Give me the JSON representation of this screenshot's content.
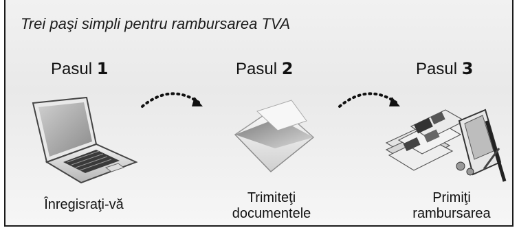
{
  "title": "Trei paşi simpli pentru rambursarea TVA",
  "steps": [
    {
      "prefix": "Pasul",
      "number": "1",
      "caption": "Înregisraţi-vă",
      "icon": "laptop-icon"
    },
    {
      "prefix": "Pasul",
      "number": "2",
      "caption_line1": "Trimiteţi",
      "caption_line2": "documentele",
      "icon": "envelope-icon"
    },
    {
      "prefix": "Pasul",
      "number": "3",
      "caption_line1": "Primiţi",
      "caption_line2": "rambursarea",
      "icon": "money-calculator-icon"
    }
  ],
  "colors": {
    "border": "#1a1a1a",
    "background": "#eeeeee",
    "text": "#111111"
  }
}
